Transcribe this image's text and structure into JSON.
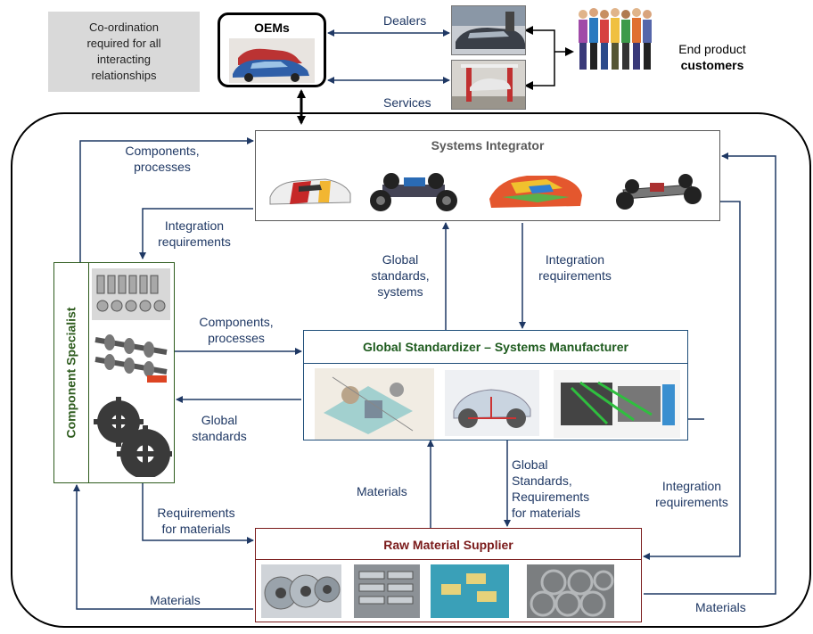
{
  "note": {
    "text": "Co-ordination\nrequired for all\ninteracting\nrelationships"
  },
  "oem": {
    "title": "OEMs"
  },
  "dealers_label": "Dealers",
  "services_label": "Services",
  "customers": {
    "line1": "End product",
    "line2": "customers"
  },
  "systems_integrator": {
    "title": "Systems Integrator"
  },
  "global_standardizer": {
    "title": "Global Standardizer – Systems Manufacturer"
  },
  "raw_material_supplier": {
    "title": "Raw Material Supplier"
  },
  "component_specialist": {
    "title": "Component Specialist"
  },
  "flow_labels": {
    "components_processes_top": "Components,\nprocesses",
    "integration_req_left": "Integration\nrequirements",
    "global_standards_systems": "Global\nstandards,\nsystems",
    "integration_req_center": "Integration\nrequirements",
    "components_processes_mid": "Components,\nprocesses",
    "global_standards": "Global\nstandards",
    "materials_center": "Materials",
    "global_standards_req": "Global\nStandards,\nRequirements\nfor materials",
    "integration_req_right": "Integration\nrequirements",
    "requirements_for_materials": "Requirements\nfor materials",
    "materials_bottom_left": "Materials",
    "materials_bottom_right": "Materials"
  },
  "colors": {
    "arrow": "#1f3864",
    "integrator_border": "#595959",
    "standardizer_border": "#1f4e79",
    "standardizer_title": "#1e5b1e",
    "raw_border": "#7a1a1a",
    "raw_title": "#7a1a1a",
    "specialist_border": "#2e5c1e"
  },
  "icons": [
    "car-body-photo",
    "rc-chassis-photo",
    "car-simulation-photo",
    "chassis-photo",
    "bolts-photo",
    "camshaft-photo",
    "gears-photo",
    "assembly-drawing-photo",
    "brake-system-photo",
    "cooling-system-photo",
    "steel-coils-photo",
    "ingots-photo",
    "alloy-blocks-photo",
    "wire-rods-photo",
    "dealer-photo",
    "service-photo",
    "people-icon",
    "oem-cars-photo"
  ]
}
